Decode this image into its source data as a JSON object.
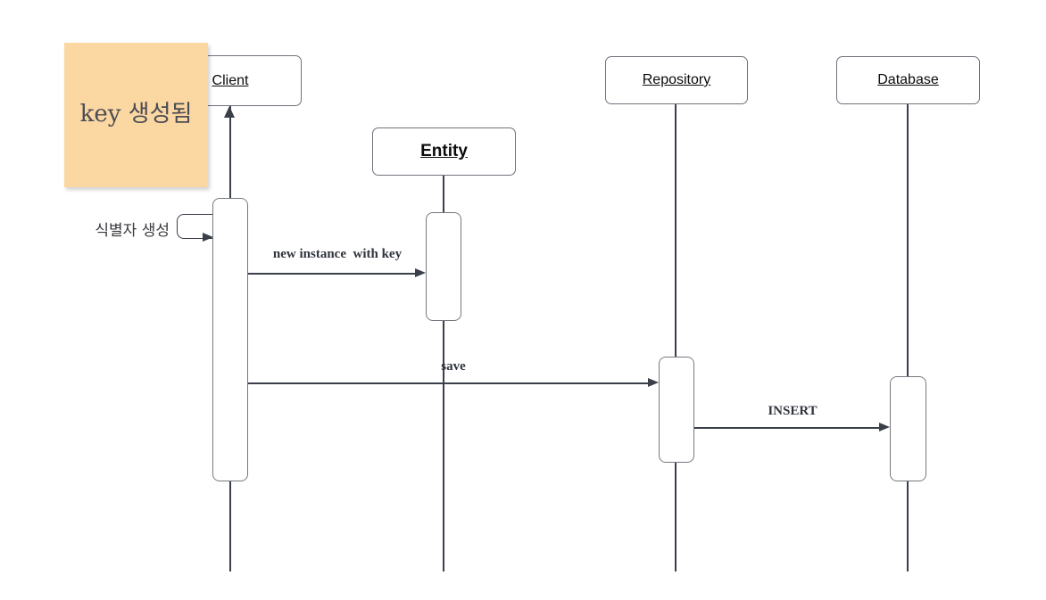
{
  "note": {
    "text": "key 생성됨",
    "bg_color": "#fbd7a2",
    "text_color": "#4c4c54"
  },
  "actors": [
    {
      "id": "client",
      "label": "Client"
    },
    {
      "id": "entity",
      "label": "Entity"
    },
    {
      "id": "repository",
      "label": "Repository"
    },
    {
      "id": "database",
      "label": "Database"
    }
  ],
  "messages": [
    {
      "label": "식별자 생성",
      "type": "self",
      "from": "client",
      "to": "client"
    },
    {
      "label": "new instance  with key",
      "type": "async",
      "from": "client",
      "to": "entity"
    },
    {
      "label": "save",
      "type": "async",
      "from": "client",
      "to": "repository"
    },
    {
      "label": "INSERT",
      "type": "async",
      "from": "repository",
      "to": "database"
    }
  ],
  "colors": {
    "line": "#3a3f4a",
    "box_border": "#6e737b",
    "activation_border": "#75797f",
    "note_bg": "#fbd7a2"
  }
}
